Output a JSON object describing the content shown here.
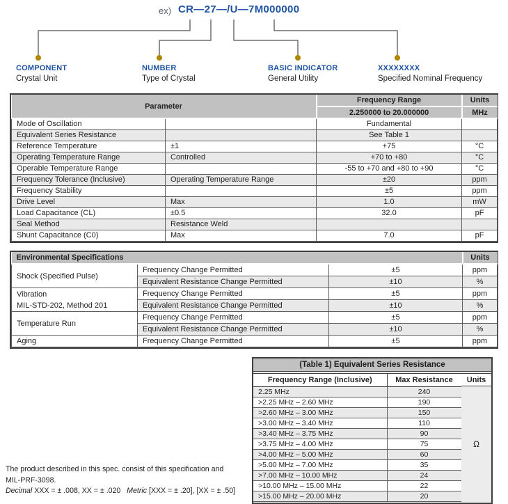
{
  "diagram": {
    "prefix": "ex)",
    "code": "CR—27—/U—7M000000",
    "labels": [
      {
        "title": "COMPONENT",
        "subtitle": "Crystal Unit"
      },
      {
        "title": "NUMBER",
        "subtitle": "Type of Crystal"
      },
      {
        "title": "BASIC INDICATOR",
        "subtitle": "General Utility"
      },
      {
        "title": "XXXXXXXX",
        "subtitle": "Specified Nominal Frequency"
      }
    ]
  },
  "parameter_table": {
    "header": {
      "parameter": "Parameter",
      "frequency_range": "Frequency Range",
      "units": "Units",
      "range_value": "2.250000 to 20.000000",
      "units_value": "MHz"
    },
    "rows": [
      {
        "name": "Mode of Oscillation",
        "condition": "",
        "value": "Fundamental",
        "unit": ""
      },
      {
        "name": "Equivalent Series Resistance",
        "condition": "",
        "value": "See Table 1",
        "unit": ""
      },
      {
        "name": "Reference Temperature",
        "condition": "±1",
        "value": "+75",
        "unit": "°C"
      },
      {
        "name": "Operating Temperature Range",
        "condition": "Controlled",
        "value": "+70 to +80",
        "unit": "°C"
      },
      {
        "name": "Operable Temperature Range",
        "condition": "",
        "value": "-55 to +70 and +80 to +90",
        "unit": "°C"
      },
      {
        "name": "Frequency Tolerance (Inclusive)",
        "condition": "Operating Temperature Range",
        "value": "±20",
        "unit": "ppm"
      },
      {
        "name": "Frequency Stability",
        "condition": "",
        "value": "±5",
        "unit": "ppm"
      },
      {
        "name": "Drive Level",
        "condition": "Max",
        "value": "1.0",
        "unit": "mW"
      },
      {
        "name": "Load Capacitance (CL)",
        "condition": "±0.5",
        "value": "32.0",
        "unit": "pF"
      },
      {
        "name": "Seal Method",
        "condition": "Resistance Weld",
        "value": "",
        "unit": ""
      },
      {
        "name": "Shunt Capacitance (C0)",
        "condition": "Max",
        "value": "7.0",
        "unit": "pF"
      }
    ]
  },
  "environmental_table": {
    "title": "Environmental Specifications",
    "units_header": "Units",
    "groups": [
      {
        "name": "Shock (Specified Pulse)",
        "name2": "",
        "rows": [
          {
            "desc": "Frequency Change Permitted",
            "value": "±5",
            "unit": "ppm"
          },
          {
            "desc": "Equivalent Resistance Change Permitted",
            "value": "±10",
            "unit": "%"
          }
        ]
      },
      {
        "name": "Vibration",
        "name2": "MIL-STD-202, Method 201",
        "rows": [
          {
            "desc": "Frequency Change Permitted",
            "value": "±5",
            "unit": "ppm"
          },
          {
            "desc": "Equivalent Resistance Change Permitted",
            "value": "±10",
            "unit": "%"
          }
        ]
      },
      {
        "name": "Temperature Run",
        "name2": "",
        "rows": [
          {
            "desc": "Frequency Change Permitted",
            "value": "±5",
            "unit": "ppm"
          },
          {
            "desc": "Equivalent Resistance Change Permitted",
            "value": "±10",
            "unit": "%"
          }
        ]
      },
      {
        "name": "Aging",
        "name2": "",
        "rows": [
          {
            "desc": "Frequency Change Permitted",
            "value": "±5",
            "unit": "ppm"
          }
        ]
      }
    ]
  },
  "resistance_table": {
    "title": "(Table 1) Equivalent Series Resistance",
    "col_range": "Frequency Range (Inclusive)",
    "col_max": "Max Resistance",
    "col_units": "Units",
    "unit_symbol": "Ω",
    "rows": [
      {
        "range": "2.25 MHz",
        "max": "240"
      },
      {
        "range": ">2.25 MHz – 2.60 MHz",
        "max": "190"
      },
      {
        "range": ">2.60 MHz – 3.00 MHz",
        "max": "150"
      },
      {
        "range": ">3.00 MHz – 3.40 MHz",
        "max": "110"
      },
      {
        "range": ">3.40 MHz – 3.75 MHz",
        "max": "90"
      },
      {
        "range": ">3.75 MHz – 4.00 MHz",
        "max": "75"
      },
      {
        "range": ">4.00 MHz – 5.00 MHz",
        "max": "60"
      },
      {
        "range": ">5.00 MHz – 7.00 MHz",
        "max": "35"
      },
      {
        "range": ">7.00 MHz – 10.00 MHz",
        "max": "24"
      },
      {
        "range": ">10.00 MHz – 15.00 MHz",
        "max": "22"
      },
      {
        "range": ">15.00 MHz – 20.00 MHz",
        "max": "20"
      }
    ]
  },
  "footer": {
    "line1": "The product described in this spec. consist of this specification and",
    "line2": "MIL-PRF-3098.",
    "decimal_label": "Decimal",
    "decimal_text": " XXX = ± .008, XX = ± .020   ",
    "metric_label": "Metric",
    "metric_text": " [XXX = ± .20], [XX = ± .50]"
  },
  "colors": {
    "accent_blue": "#1e53a4",
    "marker_gold": "#b08603",
    "header_gray": "#c1c1c1",
    "stripe_gray": "#e9e9e9",
    "border_dark": "#3f3f3f"
  }
}
